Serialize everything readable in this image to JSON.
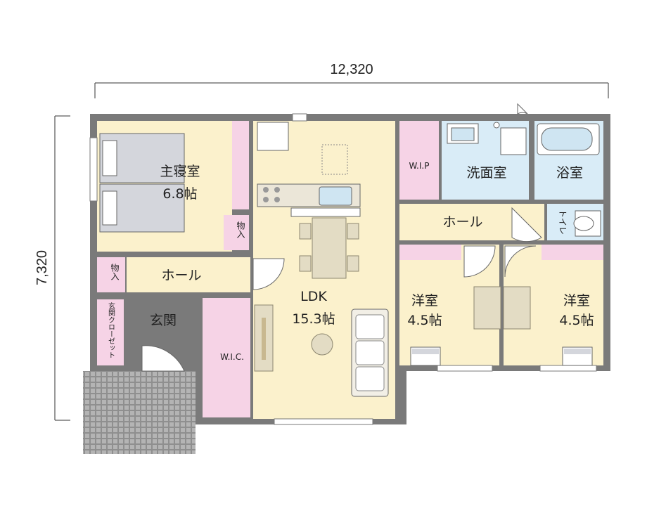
{
  "dimensions": {
    "width": "12,320",
    "height": "7,320"
  },
  "rooms": {
    "master_bedroom": {
      "name": "主寝室",
      "size": "6.8帖"
    },
    "ldk": {
      "name": "LDK",
      "size": "15.3帖"
    },
    "wip": {
      "name": "W.I.P"
    },
    "washroom": {
      "name": "洗面室"
    },
    "bathroom": {
      "name": "浴室"
    },
    "hall_right": {
      "name": "ホール"
    },
    "toilet": {
      "name": "トイレ"
    },
    "western_room_1": {
      "name": "洋室",
      "size": "4.5帖"
    },
    "western_room_2": {
      "name": "洋室",
      "size": "4.5帖"
    },
    "storage_1": {
      "name": "物入"
    },
    "storage_2": {
      "name": "物入"
    },
    "hall_left": {
      "name": "ホール"
    },
    "entrance": {
      "name": "玄関"
    },
    "entrance_closet": {
      "name": "玄関クローゼット"
    },
    "wic": {
      "name": "W.I.C."
    }
  },
  "colors": {
    "wall": "#7a7a7a",
    "living_floor": "#fbf1cc",
    "wet_area": "#d9ecf7",
    "closet": "#f6d3e6",
    "furniture": "#e3dcc4",
    "bed": "#d4d6dc",
    "tile": "#9a9a9a"
  }
}
